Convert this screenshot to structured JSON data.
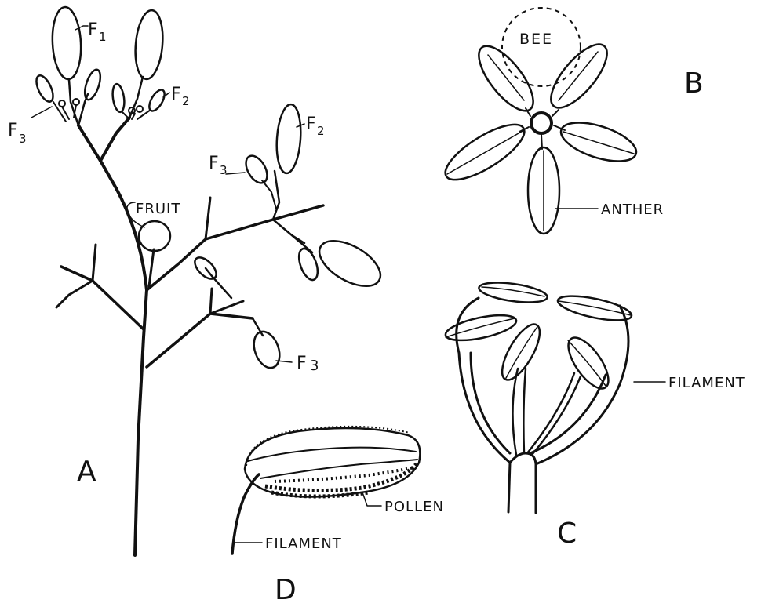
{
  "panels": {
    "A": {
      "letter": "A",
      "labels": {
        "f1": "F",
        "f1_sub": "1",
        "f2_top": "F",
        "f2_top_sub": "2",
        "f3_left": "F",
        "f3_left_sub": "3",
        "f2_right": "F",
        "f2_right_sub": "2",
        "f3_right": "F",
        "f3_right_sub": "3",
        "fruit": "FRUIT",
        "f3_bottom": "F",
        "f3_bottom_sub": "3"
      }
    },
    "B": {
      "letter": "B",
      "bee": "BEE",
      "anther": "ANTHER"
    },
    "C": {
      "letter": "C",
      "filament": "FILAMENT"
    },
    "D": {
      "letter": "D",
      "pollen": "POLLEN",
      "filament": "FILAMENT"
    }
  }
}
